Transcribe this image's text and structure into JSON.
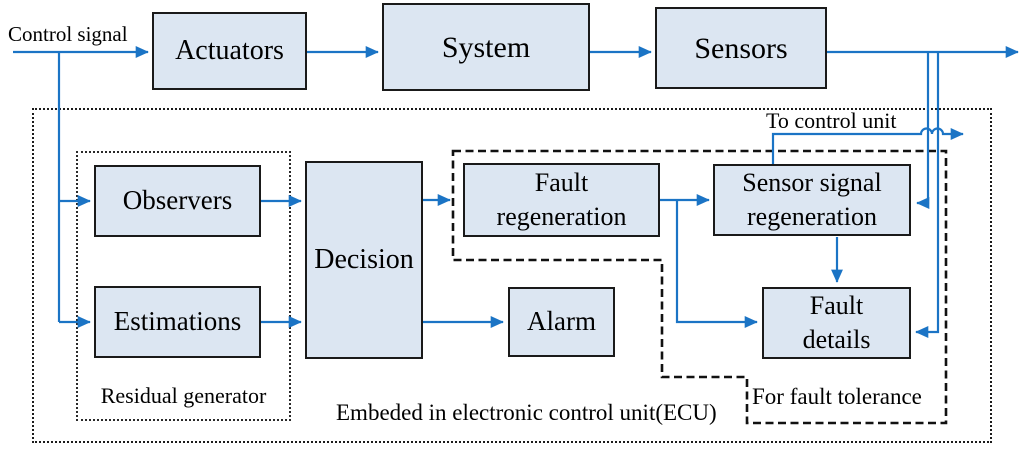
{
  "diagram": {
    "labels": {
      "control_signal": "Control signal",
      "to_control_unit": "To control unit",
      "residual_generator": "Residual generator",
      "embedded_ecu": "Embeded in electronic control unit(ECU)",
      "fault_tolerance": "For fault tolerance"
    },
    "blocks": {
      "actuators": "Actuators",
      "system": "System",
      "sensors": "Sensors",
      "observers": "Observers",
      "estimations": "Estimations",
      "decision": "Decision",
      "fault_regeneration": "Fault\nregeneration",
      "alarm": "Alarm",
      "sensor_signal_regeneration": "Sensor signal\nregeneration",
      "fault_details": "Fault\ndetails"
    },
    "colors": {
      "block_fill": "#dce6f2",
      "block_border": "#1a1a1a",
      "arrow_blue": "#1b74c5",
      "boundary_black": "#1c1c1c",
      "background": "#ffffff"
    }
  }
}
